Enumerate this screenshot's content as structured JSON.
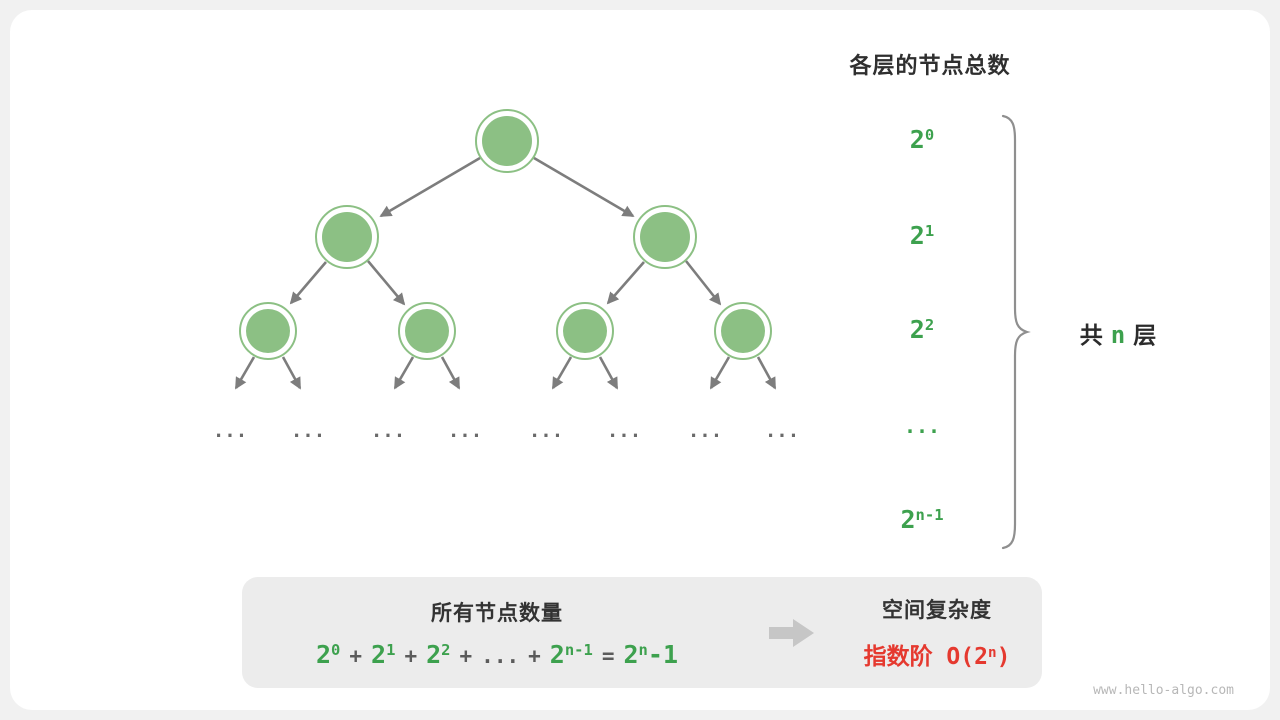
{
  "colors": {
    "node_green": "#8cc084",
    "text_green": "#3da14e",
    "red": "#e5392f",
    "arrow_gray": "#7d7d7d",
    "box_gray": "#ececec"
  },
  "header": {
    "title": "各层的节点总数"
  },
  "levels": [
    {
      "base": "2",
      "exp": "0"
    },
    {
      "base": "2",
      "exp": "1"
    },
    {
      "base": "2",
      "exp": "2"
    },
    {
      "base": "...",
      "exp": ""
    },
    {
      "base": "2",
      "exp": "n-1"
    }
  ],
  "brace": {
    "pre": "共",
    "n": "n",
    "post": "层"
  },
  "tree": {
    "ellipsis": "..."
  },
  "sum": {
    "title": "所有节点数量",
    "terms": [
      {
        "base": "2",
        "exp": "0"
      },
      {
        "base": "2",
        "exp": "1"
      },
      {
        "base": "2",
        "exp": "2"
      }
    ],
    "op_plus": "+",
    "dots": "...",
    "last_term": {
      "base": "2",
      "exp": "n-1"
    },
    "op_equals": "=",
    "result": {
      "base": "2",
      "exp": "n",
      "suffix": "-1"
    }
  },
  "complexity": {
    "title": "空间复杂度",
    "prefix": "指数阶 O(2",
    "exp": "n",
    "suffix": ")"
  },
  "watermark": "www.hello-algo.com"
}
